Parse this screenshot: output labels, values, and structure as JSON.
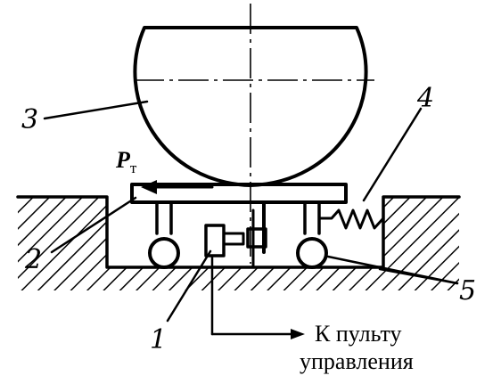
{
  "labels": {
    "bowl": "3",
    "spring": "4",
    "platform": "2",
    "sensor": "1",
    "rollers": "5"
  },
  "force": {
    "symbol": "P",
    "subscript": "т"
  },
  "control_text": {
    "line1": "К пульту",
    "line2": "управления"
  }
}
